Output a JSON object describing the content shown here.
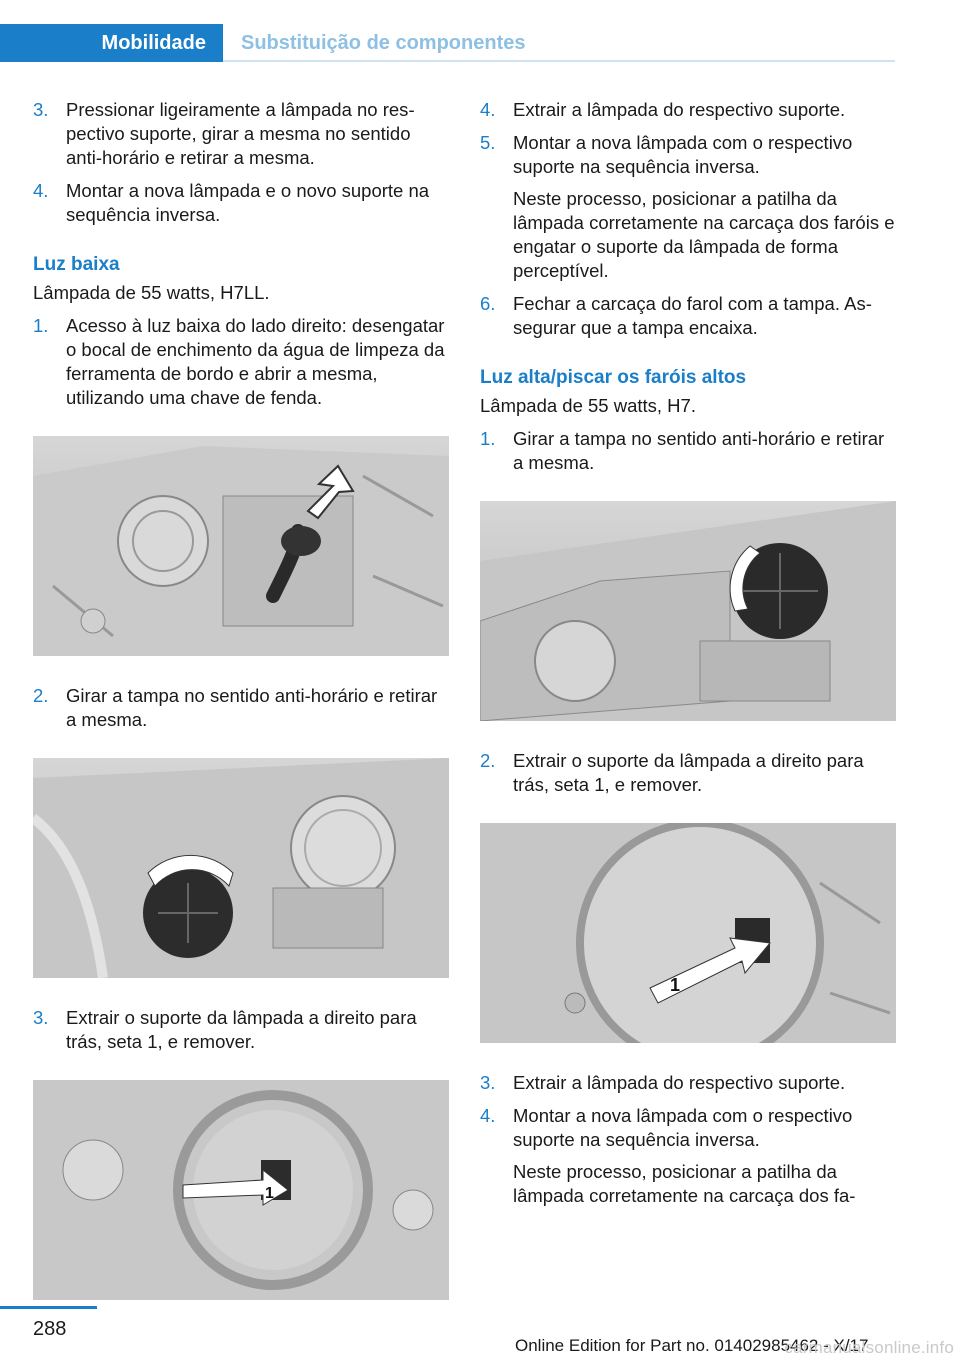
{
  "header": {
    "active_tab": "Mobilidade",
    "section_tab": "Substituição de componentes"
  },
  "left": {
    "intro_steps": [
      {
        "num": "3.",
        "text": "Pressionar ligeiramente a lâmpada no res­pectivo suporte, girar a mesma no sentido anti-horário e retirar a mesma."
      },
      {
        "num": "4.",
        "text": "Montar a nova lâmpada e o novo suporte na sequência inversa."
      }
    ],
    "section_title": "Luz baixa",
    "section_sub": "Lâmpada de 55 watts, H7LL.",
    "step1": {
      "num": "1.",
      "text": "Acesso à luz baixa do lado direito: desen­gatar o bocal de enchimento da água de limpeza da ferramenta de bordo e abrir a mesma, utilizando uma chave de fenda."
    },
    "step2": {
      "num": "2.",
      "text": "Girar a tampa no sentido anti-horário e reti­rar a mesma."
    },
    "step3": {
      "num": "3.",
      "text": "Extrair o suporte da lâmpada a direito para trás, seta 1, e remover."
    },
    "fig3_arrow_label": "1"
  },
  "right": {
    "intro_steps": [
      {
        "num": "4.",
        "text": "Extrair a lâmpada do respectivo suporte."
      },
      {
        "num": "5.",
        "text": "Montar a nova lâmpada com o respectivo suporte na sequência inversa.",
        "text2": "Neste processo, posicionar a patilha da lâmpada corretamente na carcaça dos fa­róis e engatar o suporte da lâmpada de forma perceptível."
      },
      {
        "num": "6.",
        "text": "Fechar a carcaça do farol com a tampa. As­segurar que a tampa encaixa."
      }
    ],
    "section_title": "Luz alta/piscar os faróis altos",
    "section_sub": "Lâmpada de 55 watts, H7.",
    "step1": {
      "num": "1.",
      "text": "Girar a tampa no sentido anti-horário e reti­rar a mesma."
    },
    "step2": {
      "num": "2.",
      "text": "Extrair o suporte da lâmpada a direito para trás, seta 1, e remover."
    },
    "fig2_arrow_label": "1",
    "step3": {
      "num": "3.",
      "text": "Extrair a lâmpada do respectivo suporte."
    },
    "step4": {
      "num": "4.",
      "text": "Montar a nova lâmpada com o respectivo suporte na sequência inversa.",
      "text2": "Neste processo, posicionar a patilha da lâmpada corretamente na carcaça dos fa-"
    }
  },
  "footer": {
    "page_number": "288",
    "edition": "Online Edition for Part no. 01402985462 - X/17",
    "watermark": "carmanualsonline.info"
  },
  "colors": {
    "accent": "#1a7ec9",
    "tab_inactive_text": "#8ec0e4"
  }
}
